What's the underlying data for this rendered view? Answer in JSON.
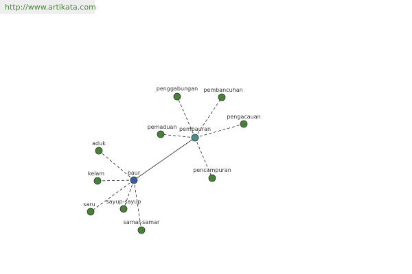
{
  "url_banner": {
    "text": "http://www.artikata.com"
  },
  "diagram": {
    "nodes": [
      {
        "id": "baur",
        "label": "baur",
        "kind": "hub",
        "color": "#3d5a9e"
      },
      {
        "id": "pembauran",
        "label": "pembauran",
        "kind": "sub-hub",
        "color": "#4a8f8a"
      },
      {
        "id": "aduk",
        "label": "aduk",
        "kind": "leaf",
        "color": "#4a7f3a"
      },
      {
        "id": "kelam",
        "label": "kelam",
        "kind": "leaf",
        "color": "#4a7f3a"
      },
      {
        "id": "saru",
        "label": "saru",
        "kind": "leaf",
        "color": "#4a7f3a"
      },
      {
        "id": "sayup-sayup",
        "label": "sayup-sayup",
        "kind": "leaf",
        "color": "#4a7f3a"
      },
      {
        "id": "samar-samar",
        "label": "samar-samar",
        "kind": "leaf",
        "color": "#4a7f3a"
      },
      {
        "id": "penggabungan",
        "label": "penggabungan",
        "kind": "leaf",
        "color": "#4a7f3a"
      },
      {
        "id": "pembancuhan",
        "label": "pembancuhan",
        "kind": "leaf",
        "color": "#4a7f3a"
      },
      {
        "id": "pengacauan",
        "label": "pengacauan",
        "kind": "leaf",
        "color": "#4a7f3a"
      },
      {
        "id": "pemaduan",
        "label": "pemaduan",
        "kind": "leaf",
        "color": "#4a7f3a"
      },
      {
        "id": "pencampuran",
        "label": "pencampuran",
        "kind": "leaf",
        "color": "#4a7f3a"
      }
    ],
    "edges": [
      {
        "from": "baur",
        "to": "pembauran",
        "style": "solid"
      },
      {
        "from": "baur",
        "to": "aduk",
        "style": "dashed"
      },
      {
        "from": "baur",
        "to": "kelam",
        "style": "dashed"
      },
      {
        "from": "baur",
        "to": "saru",
        "style": "dashed"
      },
      {
        "from": "baur",
        "to": "sayup-sayup",
        "style": "dashed"
      },
      {
        "from": "baur",
        "to": "samar-samar",
        "style": "dashed"
      },
      {
        "from": "pembauran",
        "to": "penggabungan",
        "style": "dashed"
      },
      {
        "from": "pembauran",
        "to": "pembancuhan",
        "style": "dashed"
      },
      {
        "from": "pembauran",
        "to": "pengacauan",
        "style": "dashed"
      },
      {
        "from": "pembauran",
        "to": "pemaduan",
        "style": "dashed"
      },
      {
        "from": "pembauran",
        "to": "pencampuran",
        "style": "dashed"
      }
    ]
  }
}
